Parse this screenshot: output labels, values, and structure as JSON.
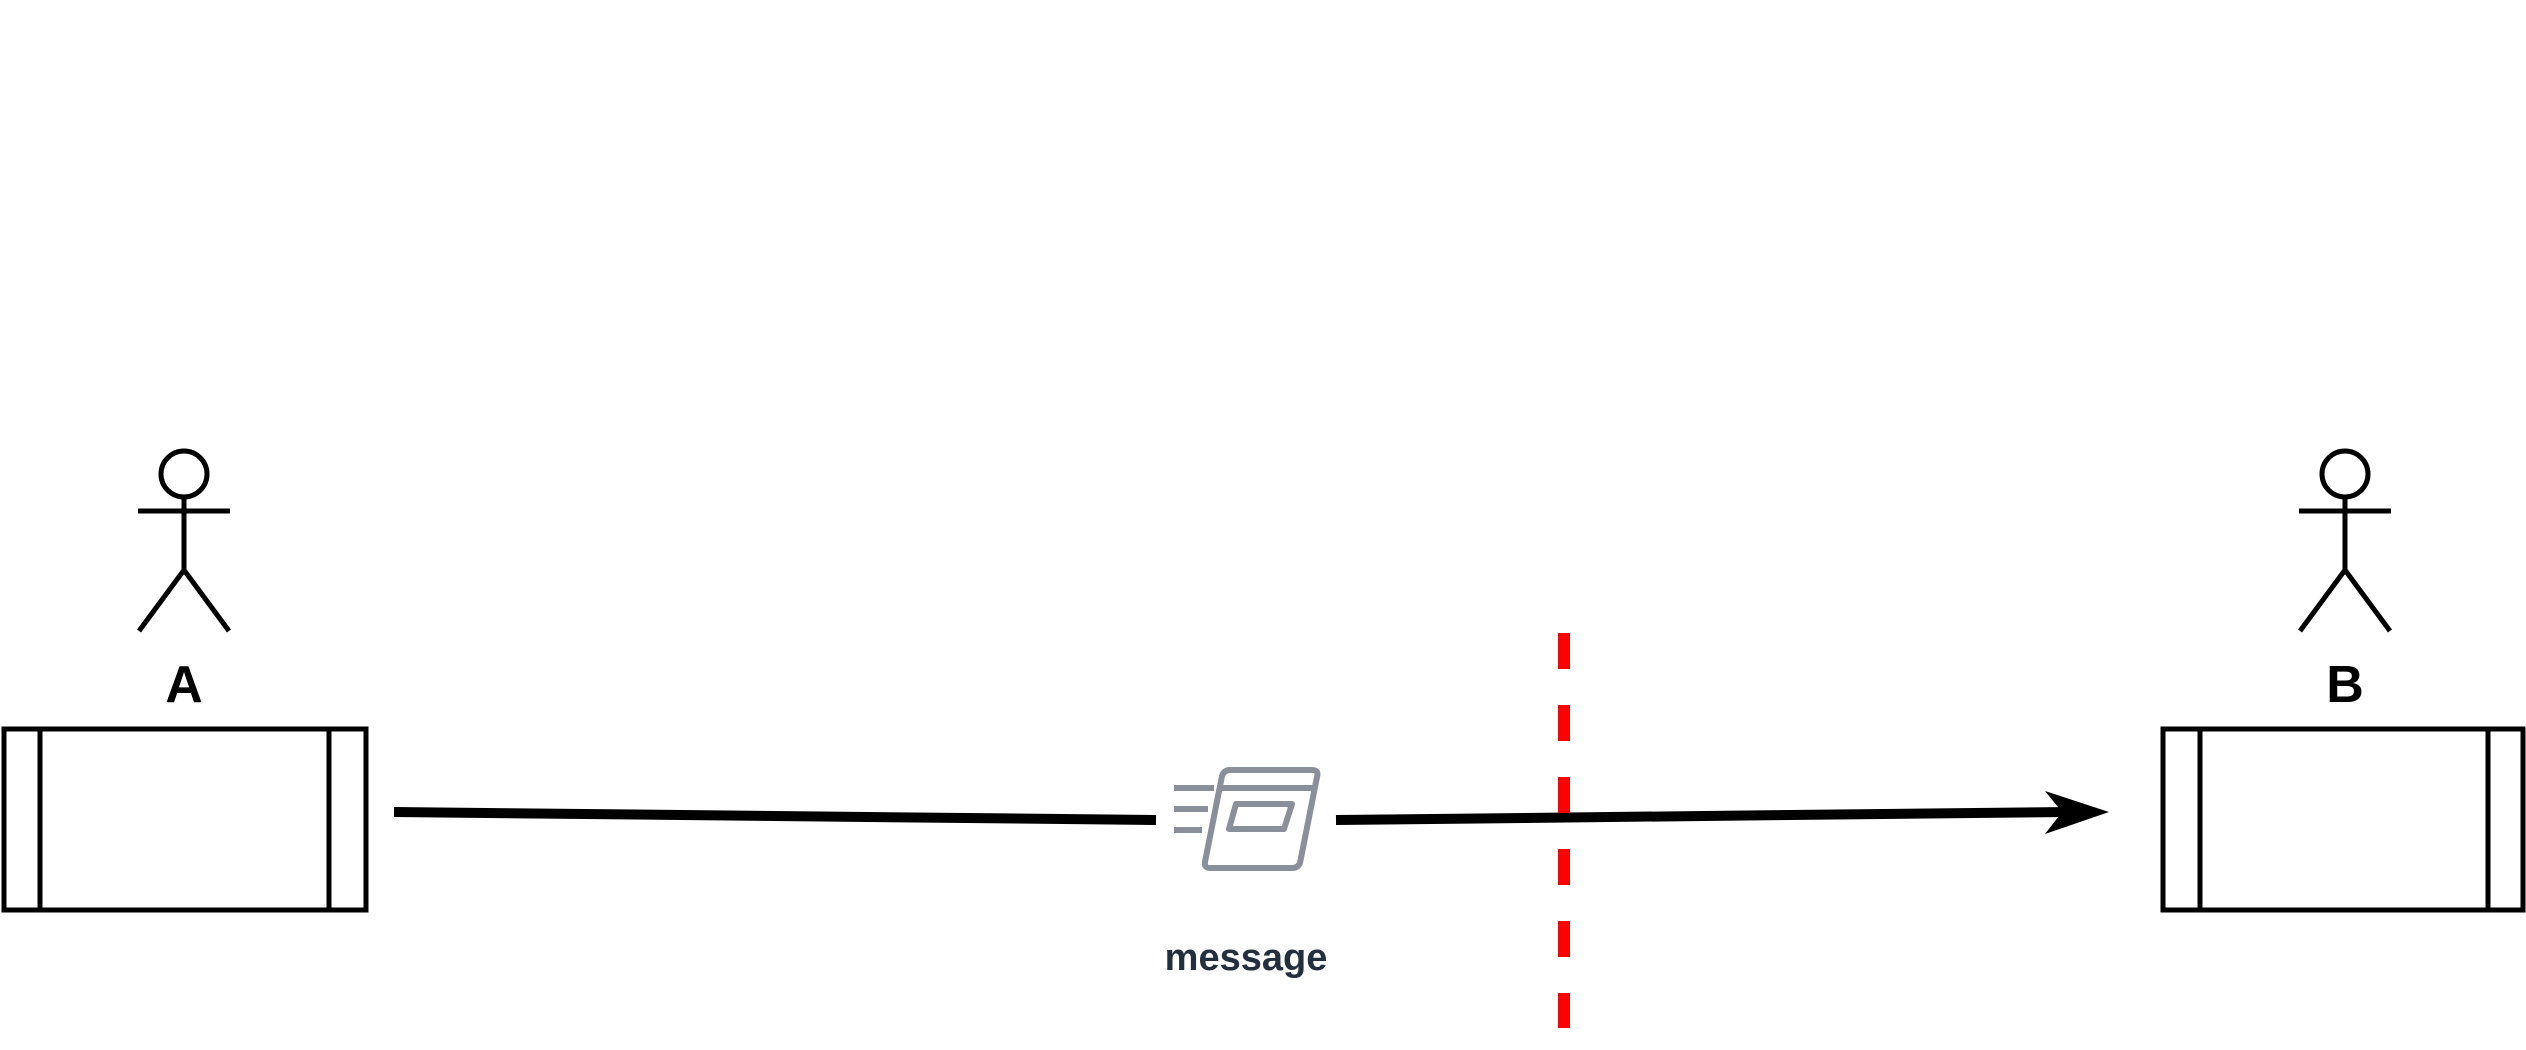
{
  "nodes": [
    {
      "id": "A",
      "label": "A",
      "shape": "actor-with-process-box"
    },
    {
      "id": "B",
      "label": "B",
      "shape": "actor-with-process-box"
    }
  ],
  "edges": [
    {
      "from": "A",
      "to": "B",
      "label": "message",
      "icon": "message-icon"
    }
  ],
  "boundary": {
    "style": "dashed",
    "orientation": "vertical"
  },
  "colors": {
    "stroke": "#000000",
    "message_icon": "#8a9099",
    "message_text": "#232f3e",
    "boundary": "#ff0000"
  }
}
